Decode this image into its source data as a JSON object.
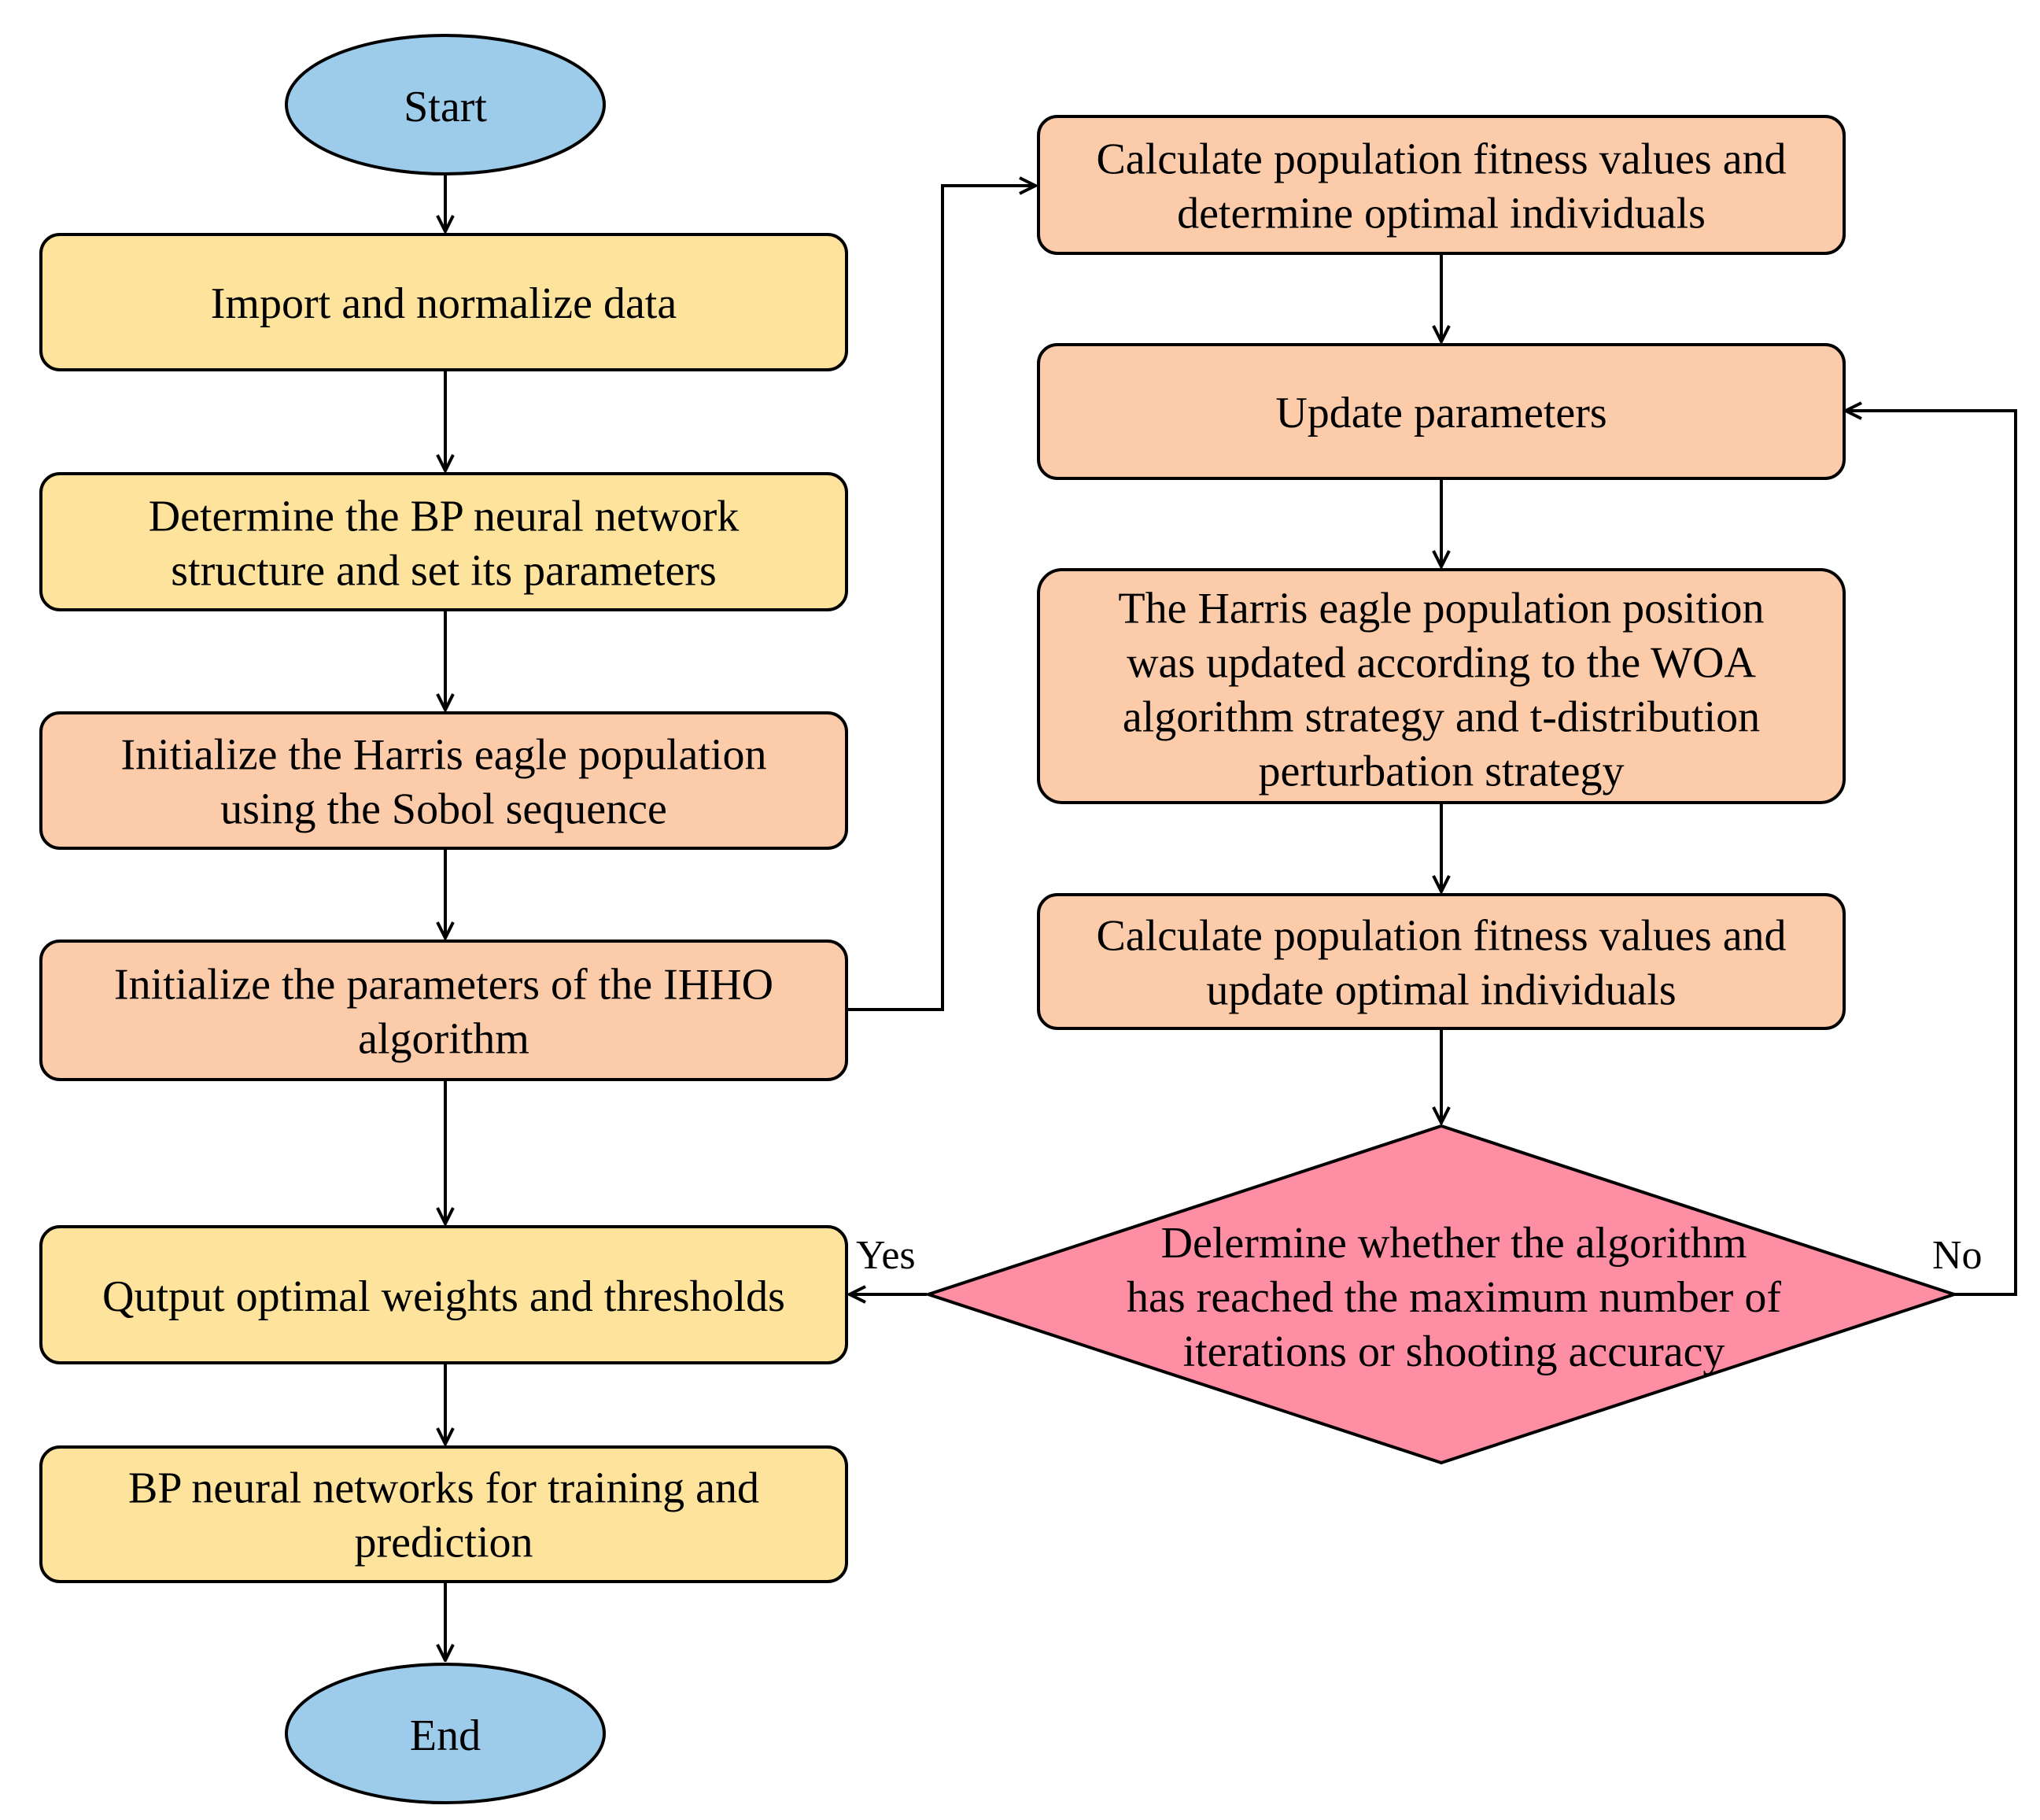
{
  "colors": {
    "terminal": "#9dcbea",
    "yellow": "#fde39c",
    "orange": "#fcccaa",
    "decision": "#fe8ea4",
    "stroke": "#000000"
  },
  "nodes": {
    "start": {
      "lines": [
        "Start"
      ]
    },
    "import": {
      "lines": [
        "Import and normalize data"
      ]
    },
    "bp_structure": {
      "lines": [
        "Determine the BP neural network",
        "structure and set its parameters"
      ]
    },
    "init_population": {
      "lines": [
        "Initialize the Harris eagle population",
        "using the Sobol sequence"
      ]
    },
    "init_params": {
      "lines": [
        "Initialize the parameters of the IHHO",
        "algorithm"
      ]
    },
    "output": {
      "lines": [
        "Qutput optimal weights and thresholds"
      ]
    },
    "bp_train": {
      "lines": [
        "BP neural networks for training and",
        "prediction"
      ]
    },
    "end": {
      "lines": [
        "End"
      ]
    },
    "calc_fitness_1": {
      "lines": [
        "Calculate population fitness values and",
        "determine optimal individuals"
      ]
    },
    "update_params": {
      "lines": [
        "Update parameters"
      ]
    },
    "harris_update": {
      "lines": [
        "The Harris eagle population position",
        "was updated according to the WOA",
        "algorithm strategy and t-distribution",
        "perturbation strategy"
      ]
    },
    "calc_fitness_2": {
      "lines": [
        "Calculate population fitness values and",
        "update optimal individuals"
      ]
    },
    "decision": {
      "lines": [
        "Delermine whether the algorithm",
        "has reached the maximum number of",
        "iterations or shooting accuracy"
      ]
    }
  },
  "edge_labels": {
    "yes": "Yes",
    "no": "No"
  }
}
